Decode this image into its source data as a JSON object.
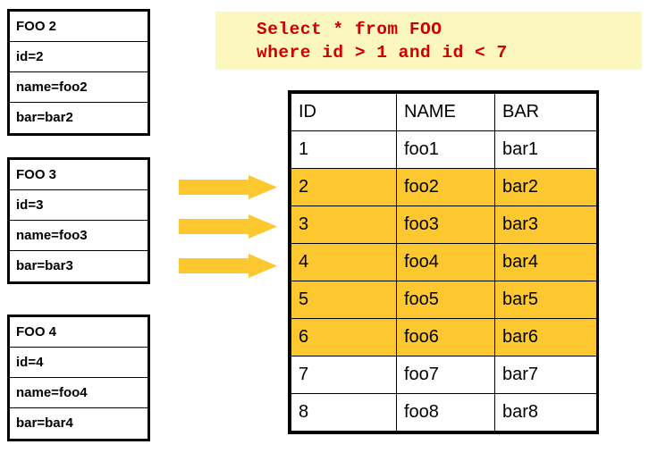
{
  "records": [
    {
      "title": "FOO 2",
      "fields": [
        "id=2",
        "name=foo2",
        "bar=bar2"
      ]
    },
    {
      "title": "FOO 3",
      "fields": [
        "id=3",
        "name=foo3",
        "bar=bar3"
      ]
    },
    {
      "title": "FOO 4",
      "fields": [
        "id=4",
        "name=foo4",
        "bar=bar4"
      ]
    }
  ],
  "query": {
    "line1": "Select * from FOO",
    "line2": "where id > 1 and id < 7",
    "text_color": "#cc0000",
    "background_color": "#fcf6bf"
  },
  "arrows": {
    "count": 3,
    "direction": "right",
    "color": "#fdc82f"
  },
  "results": {
    "columns": [
      "ID",
      "NAME",
      "BAR"
    ],
    "highlight_color": "#fdc82f",
    "rows": [
      {
        "id": "1",
        "name": "foo1",
        "bar": "bar1",
        "selected": false
      },
      {
        "id": "2",
        "name": "foo2",
        "bar": "bar2",
        "selected": true
      },
      {
        "id": "3",
        "name": "foo3",
        "bar": "bar3",
        "selected": true
      },
      {
        "id": "4",
        "name": "foo4",
        "bar": "bar4",
        "selected": true
      },
      {
        "id": "5",
        "name": "foo5",
        "bar": "bar5",
        "selected": true
      },
      {
        "id": "6",
        "name": "foo6",
        "bar": "bar6",
        "selected": true
      },
      {
        "id": "7",
        "name": "foo7",
        "bar": "bar7",
        "selected": false
      },
      {
        "id": "8",
        "name": "foo8",
        "bar": "bar8",
        "selected": false
      }
    ]
  }
}
